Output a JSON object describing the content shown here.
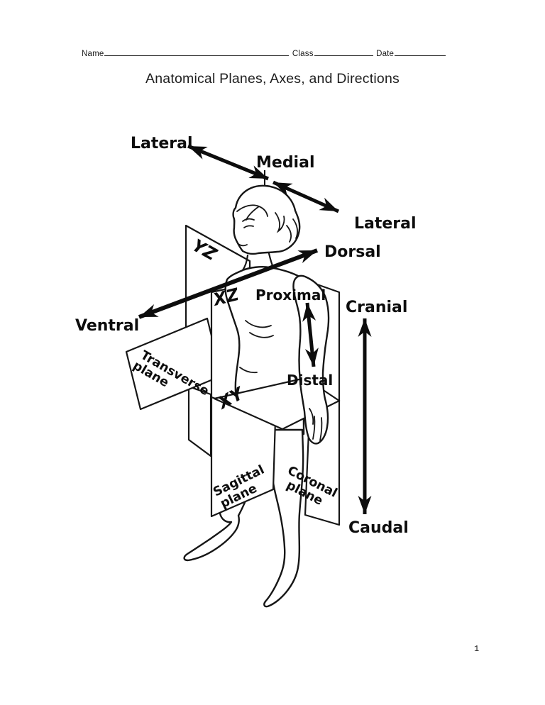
{
  "page": {
    "header": {
      "name_label": "Name",
      "class_label": "Class",
      "date_label": "Date"
    },
    "title": "Anatomical Planes, Axes, and Directions",
    "page_number": "1"
  },
  "diagram": {
    "directions": {
      "lateral_left": "Lateral",
      "medial": "Medial",
      "lateral_right": "Lateral",
      "dorsal": "Dorsal",
      "ventral": "Ventral",
      "proximal": "Proximal",
      "distal": "Distal",
      "cranial": "Cranial",
      "caudal": "Caudal"
    },
    "axes": {
      "yz": "YZ",
      "xz": "XZ",
      "xy": "XY"
    },
    "planes": {
      "transverse": {
        "line1": "Transverse",
        "line2": "plane"
      },
      "sagittal": {
        "line1": "Sagittal",
        "line2": "plane"
      },
      "coronal": {
        "line1": "Coronal",
        "line2": "plane"
      }
    },
    "colors": {
      "ink": "#0d0d0d",
      "paper": "#ffffff"
    }
  }
}
